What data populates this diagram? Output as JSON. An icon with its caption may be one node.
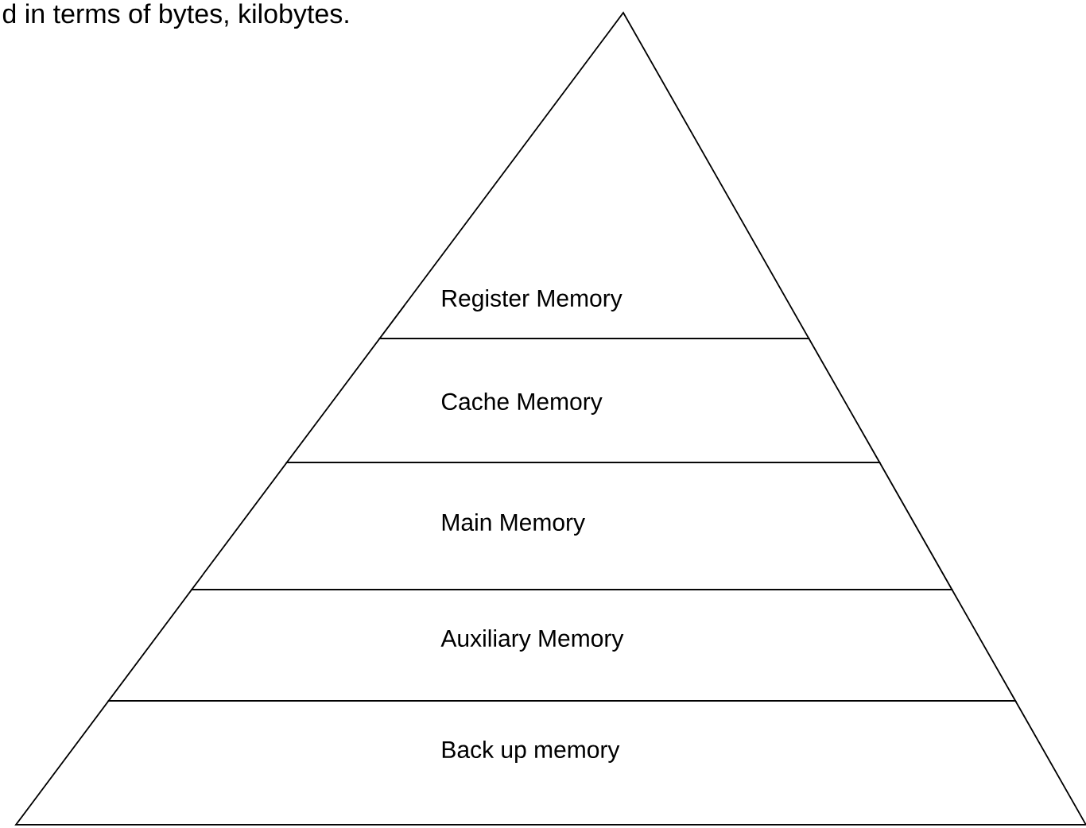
{
  "diagram": {
    "nodes": [
      {
        "text": [
          "Register Memory"
        ]
      },
      {
        "text": [
          "Cache Memory"
        ]
      },
      {
        "text": [
          "Main Memory"
        ]
      },
      {
        "text": [
          "Auxiliary Memory"
        ]
      },
      {
        "text": [
          "Back up memory"
        ]
      }
    ],
    "labels": [
      "d in terms of bytes, kilobytes."
    ]
  }
}
